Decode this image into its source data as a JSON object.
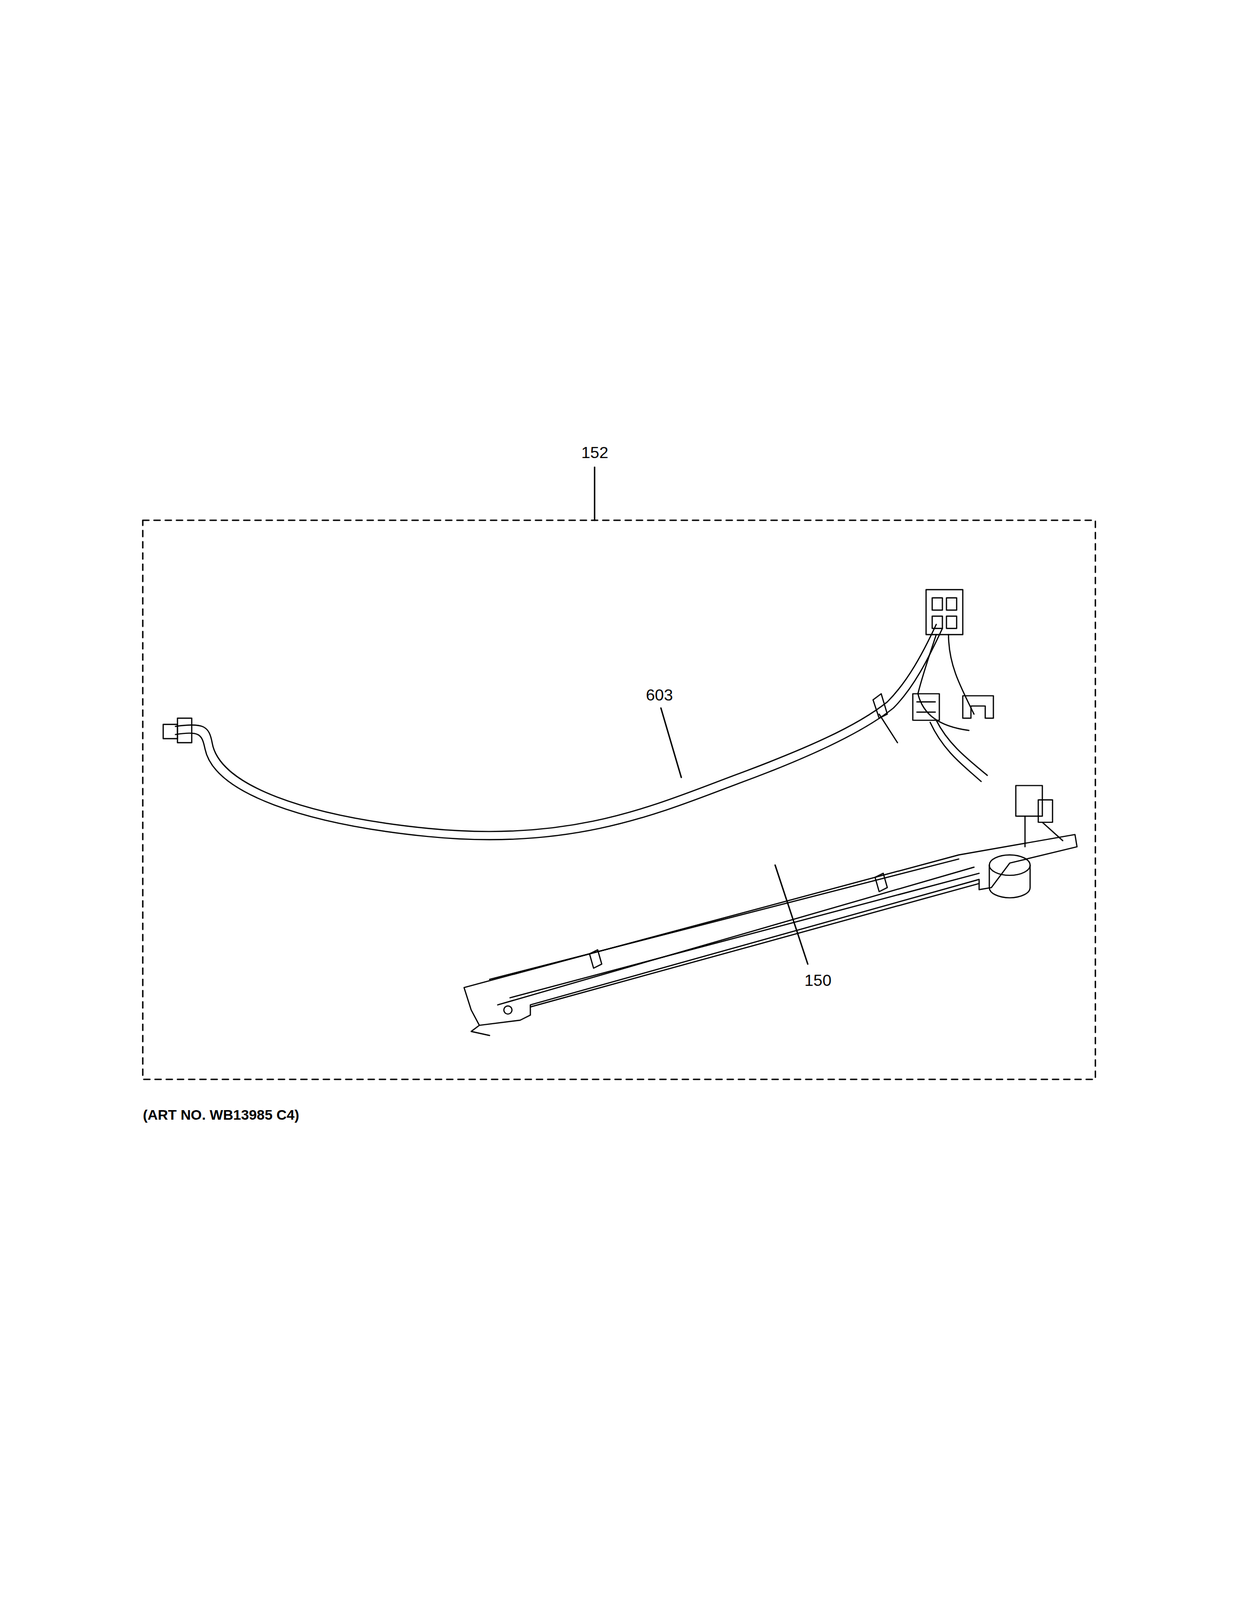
{
  "diagram": {
    "labels": [
      "152",
      "603",
      "150",
      "(ART NO. WB13985 C4)"
    ]
  }
}
